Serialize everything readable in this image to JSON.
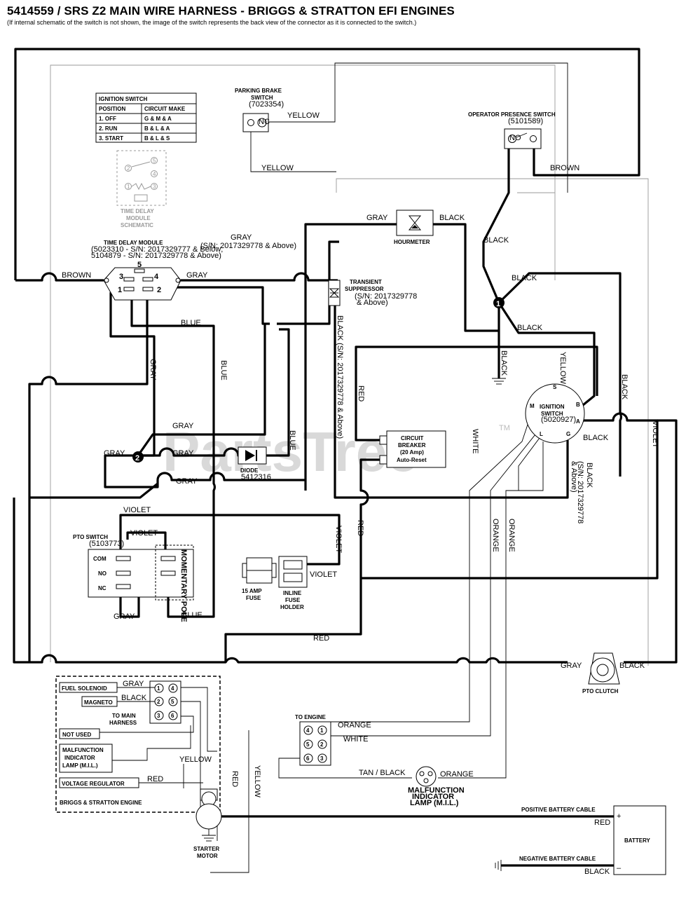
{
  "title": "5414559 / SRS Z2 MAIN WIRE HARNESS - BRIGGS & STRATTON EFI ENGINES",
  "subtitle": "(If internal schematic of the switch is not shown, the image of the switch represents the back view of the connector as it is connected to the switch.)",
  "watermark": "PartsTree",
  "watermark_tm": "TM",
  "ignition_table": {
    "heading": "IGNITION SWITCH",
    "col_position": "POSITION",
    "col_circuit": "CIRCUIT MAKE",
    "rows": [
      {
        "position": "1. OFF",
        "circuit": "G & M & A"
      },
      {
        "position": "2. RUN",
        "circuit": "B & L & A"
      },
      {
        "position": "3. START",
        "circuit": "B & L & S"
      }
    ]
  },
  "tdm_schematic": {
    "line1": "TIME DELAY",
    "line2": "MODULE",
    "line3": "SCHEMATIC",
    "pins": [
      "1",
      "2",
      "3",
      "4",
      "5"
    ]
  },
  "parking_brake": {
    "name": "PARKING BRAKE",
    "name2": "SWITCH",
    "part": "(7023354)",
    "nc": "NC"
  },
  "operator_presence": {
    "name": "OPERATOR PRESENCE SWITCH",
    "part": "(5101589)",
    "nc": "NO"
  },
  "hourmeter": "HOURMETER",
  "time_delay_module": {
    "name": "TIME DELAY MODULE",
    "part1": "(5023310 - S/N: 2017329777 & Below;",
    "part2": "5104879 - S/N: 2017329778 & Above)",
    "pins": [
      "5",
      "3",
      "4",
      "1",
      "2"
    ]
  },
  "transient_suppressor": {
    "line1": "TRANSIENT",
    "line2": "SUPPRESSOR",
    "part1": "(S/N: 2017329778",
    "part2": "& Above)"
  },
  "ignition_switch": {
    "line1": "IGNITION",
    "line2": "SWITCH",
    "part": "(5020927)",
    "terminals": [
      "S",
      "M",
      "B",
      "A",
      "L",
      "G"
    ]
  },
  "circuit_breaker": {
    "line1": "CIRCUIT",
    "line2": "BREAKER",
    "line3": "(20 Amp)",
    "line4": "Auto-Reset"
  },
  "diode": {
    "name": "DIODE",
    "part": "5412316"
  },
  "splices": {
    "one": "1",
    "two": "2"
  },
  "pto_switch": {
    "name": "PTO SWITCH",
    "part": "(5103773)",
    "com": "COM",
    "no": "NO",
    "nc": "NC",
    "momentary": "MOMENTARY POLE"
  },
  "fuse": {
    "amp1": "15 AMP",
    "amp2": "FUSE",
    "holder1": "INLINE",
    "holder2": "FUSE",
    "holder3": "HOLDER"
  },
  "pto_clutch": "PTO CLUTCH",
  "engine_box": {
    "fuel_solenoid": "FUEL SOLENOID",
    "magneto": "MAGNETO",
    "to_main1": "TO MAIN",
    "to_main2": "HARNESS",
    "not_used": "NOT USED",
    "mil1": "MALFUNCTION",
    "mil2": "INDICATOR",
    "mil3": "LAMP (M.I.L.)",
    "voltage_regulator": "VOLTAGE REGULATOR",
    "footer": "BRIGGS & STRATTON ENGINE",
    "pins": [
      "1",
      "4",
      "2",
      "5",
      "3",
      "6"
    ]
  },
  "to_engine": {
    "name": "TO ENGINE",
    "pins": [
      "4",
      "1",
      "5",
      "2",
      "6",
      "3"
    ]
  },
  "mil_lamp": {
    "line1": "MALFUNCTION",
    "line2": "INDICATOR",
    "line3": "LAMP (M.I.L.)"
  },
  "starter": {
    "line1": "STARTER",
    "line2": "MOTOR"
  },
  "battery": {
    "name": "BATTERY",
    "plus": "+",
    "minus": "–",
    "positive_cable": "POSITIVE BATTERY CABLE",
    "negative_cable": "NEGATIVE BATTERY CABLE"
  },
  "wires": {
    "yellow": "YELLOW",
    "brown": "BROWN",
    "gray": "GRAY",
    "black": "BLACK",
    "blue": "BLUE",
    "red": "RED",
    "violet": "VIOLET",
    "white": "WHITE",
    "orange": "ORANGE",
    "tan_black": "TAN / BLACK",
    "gray_sn": "(S/N: 2017329778 & Above)",
    "black_sn_vertical": "BLACK (S/N: 2017329778 & Above)",
    "black_sn_line2": "(S/N: 2017329778",
    "black_sn_line3": "& Above)"
  }
}
